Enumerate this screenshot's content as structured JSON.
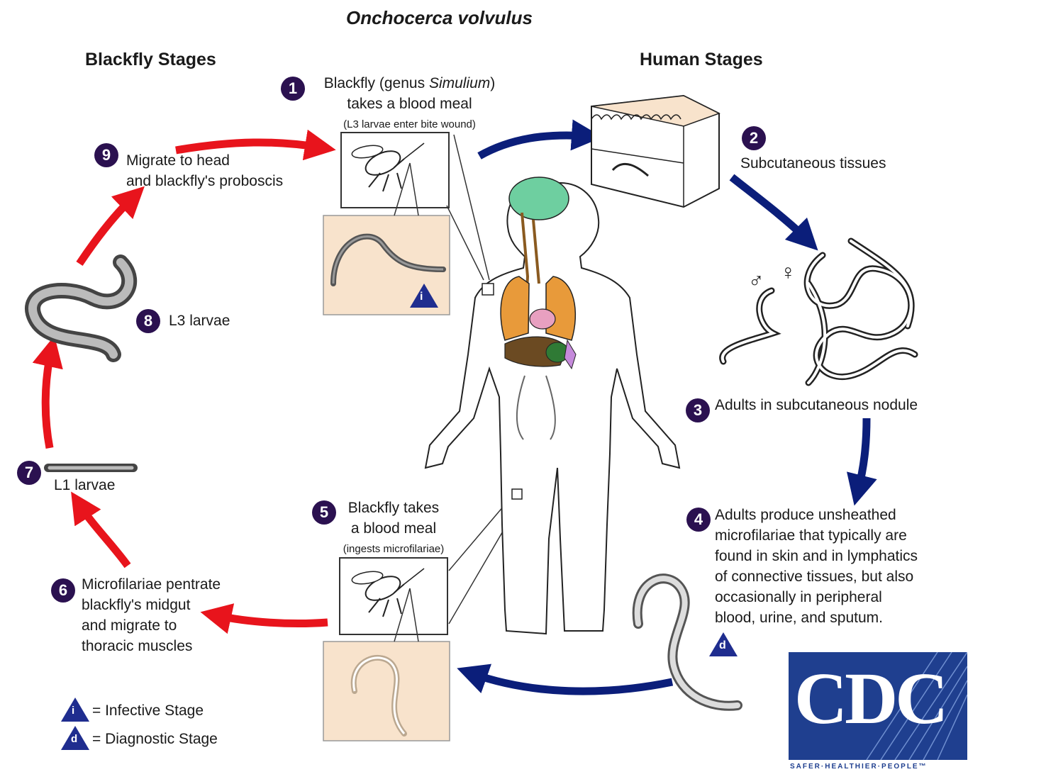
{
  "title": "Onchocerca volvulus",
  "sections": {
    "blackfly": "Blackfly Stages",
    "human": "Human Stages"
  },
  "steps": {
    "s1": {
      "num": "1",
      "line1a": "Blackfly (genus ",
      "line1b": "Simulium",
      "line1c": ")",
      "line2": "takes a blood meal",
      "line3": "(L3 larvae enter bite wound)"
    },
    "s2": {
      "num": "2",
      "text": "Subcutaneous tissues"
    },
    "s3": {
      "num": "3",
      "text": "Adults in subcutaneous nodule"
    },
    "s4": {
      "num": "4",
      "lines": [
        "Adults produce unsheathed",
        "microfilariae that typically are",
        "found in skin and in lymphatics",
        "of connective tissues,  but also",
        "occasionally in peripheral",
        "blood, urine, and sputum."
      ]
    },
    "s5": {
      "num": "5",
      "line1": "Blackfly takes",
      "line2": "a blood meal",
      "line3": "(ingests microfilariae)"
    },
    "s6": {
      "num": "6",
      "lines": [
        "Microfilariae pentrate",
        "blackfly's midgut",
        "and migrate to",
        "thoracic muscles"
      ]
    },
    "s7": {
      "num": "7",
      "text": "L1 larvae"
    },
    "s8": {
      "num": "8",
      "text": "L3 larvae"
    },
    "s9": {
      "num": "9",
      "line1": "Migrate to head",
      "line2": "and blackfly's proboscis"
    }
  },
  "markers": {
    "infective": "i",
    "diagnostic": "d",
    "male": "♂",
    "female": "♀"
  },
  "legend": {
    "infective": "= Infective Stage",
    "diagnostic": "= Diagnostic Stage"
  },
  "logo": {
    "text": "CDC",
    "tagline": "SAFER·HEALTHIER·PEOPLE™"
  },
  "colors": {
    "blackfly_arrow": "#e8141c",
    "human_arrow": "#0b1e7a",
    "step_badge": "#2b1150",
    "logo_bg": "#1f3f8f",
    "panel_bg": "#f8e3cc"
  }
}
